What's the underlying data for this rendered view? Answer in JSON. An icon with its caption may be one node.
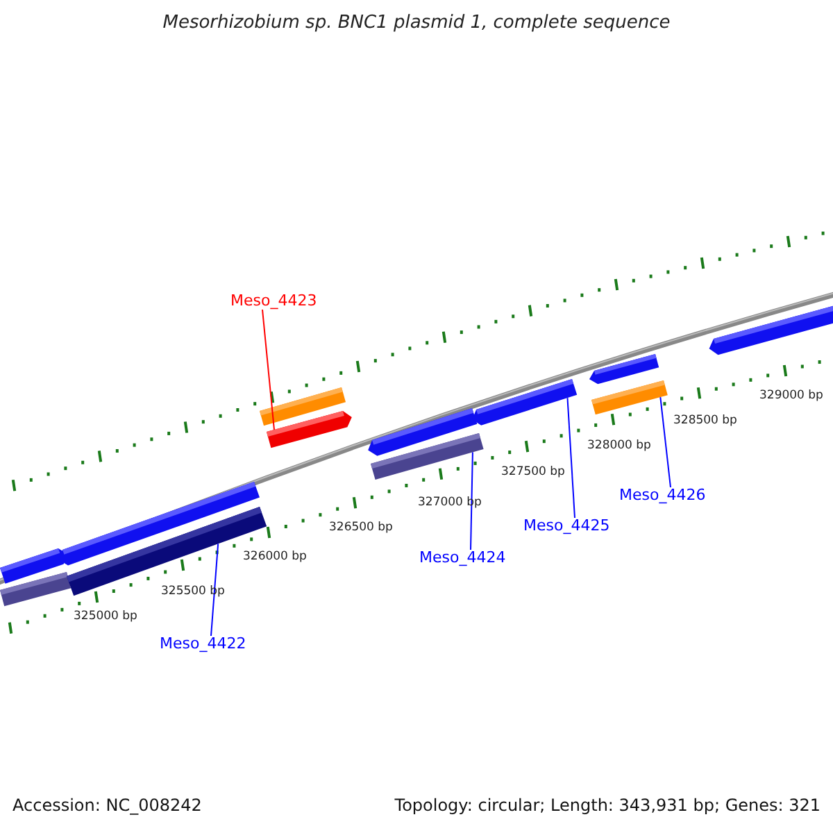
{
  "diagram": {
    "title": "Mesorhizobium sp. BNC1 plasmid 1, complete sequence",
    "nodes": [
      {
        "text": [
          "Meso_4423"
        ]
      },
      {
        "text": [],
        "shape": "bar"
      },
      {
        "text": [
          "Meso_4422"
        ]
      },
      {
        "text": [],
        "shape": "bar"
      },
      {
        "text": [
          "Meso_4424"
        ]
      },
      {
        "text": [],
        "shape": "bar"
      },
      {
        "text": [
          "Meso_4425"
        ]
      },
      {
        "text": [],
        "shape": "bar"
      },
      {
        "text": [
          "Meso_4426"
        ]
      },
      {
        "text": [],
        "shape": "bar"
      }
    ],
    "edges": [
      {
        "from": 0,
        "to": 1,
        "arrow": "none",
        "color": "#ff0000"
      },
      {
        "from": 2,
        "to": 3,
        "arrow": "none"
      },
      {
        "from": 4,
        "to": 5,
        "arrow": "none"
      },
      {
        "from": 6,
        "to": 7,
        "arrow": "none"
      },
      {
        "from": 8,
        "to": 9,
        "arrow": "none"
      }
    ],
    "labels": [
      "325000 bp",
      "325500 bp",
      "326000 bp",
      "326500 bp",
      "327000 bp",
      "327500 bp",
      "328000 bp",
      "328500 bp",
      "329000 bp",
      "Accession: NC_008242",
      "Topology: circular; Length: 343,931 bp; Genes: 321"
    ]
  }
}
